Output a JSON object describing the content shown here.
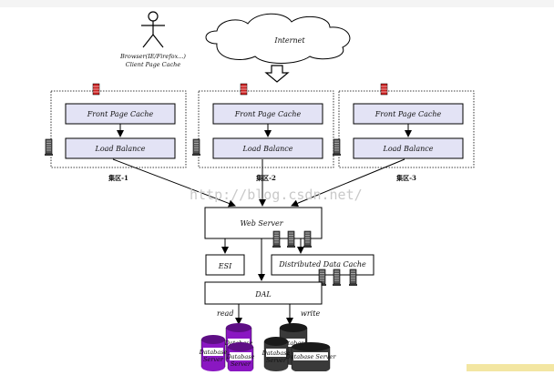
{
  "client": {
    "line1": "Browser(IE/Firefox...)",
    "line2": "Client Page Cache"
  },
  "internet_label": "Internet",
  "areas": [
    {
      "front_cache": "Front Page Cache",
      "load_balance": "Load Balance",
      "area_label": "集区-1"
    },
    {
      "front_cache": "Front Page Cache",
      "load_balance": "Load Balance",
      "area_label": "集区-2"
    },
    {
      "front_cache": "Front Page Cache",
      "load_balance": "Load Balance",
      "area_label": "集区-3"
    }
  ],
  "watermark": "http://blog.csdn.net/",
  "web_server": "Web Server",
  "esi": "ESI",
  "distributed_cache": "Distributed Data Cache",
  "dal": "DAL",
  "read_label": "read",
  "write_label": "write",
  "database_labels": {
    "database": "Database",
    "server": "Server",
    "database_server": "Database Server"
  },
  "colors": {
    "box_fill": "#e3e3f5",
    "box_stroke": "#000000",
    "db_purple": "#8a17c2",
    "db_purple_dark": "#5e0e85",
    "db_gray": "#3a3a3a",
    "db_gray_dark": "#1a1a1a",
    "firewall_red": "#cc2222"
  }
}
